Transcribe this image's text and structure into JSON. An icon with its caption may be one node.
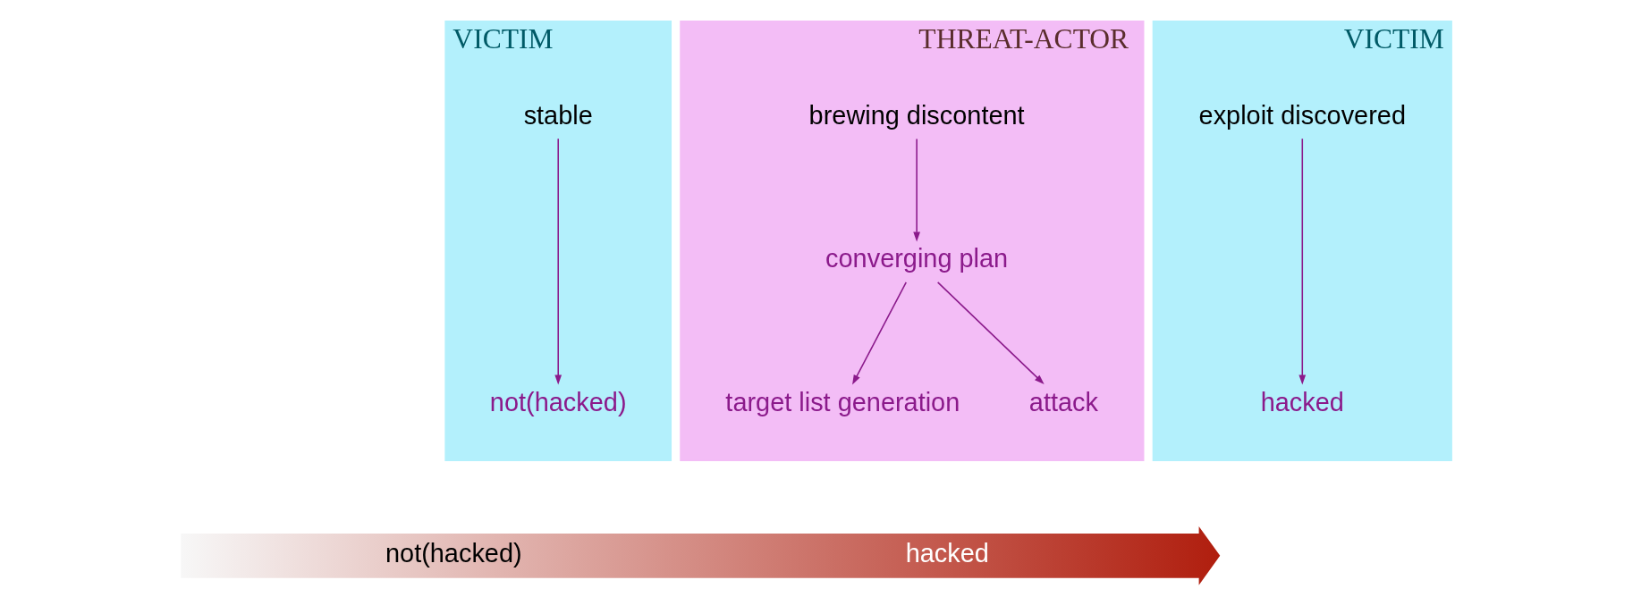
{
  "diagram": {
    "nodes": [
      {
        "text": [
          "VICTIM"
        ]
      },
      {
        "text": [
          "stable"
        ],
        "in": 0
      },
      {
        "text": [
          "not(hacked)"
        ],
        "in": 0
      },
      {
        "text": [
          "THREAT-ACTOR"
        ]
      },
      {
        "text": [
          "brewing discontent"
        ],
        "in": 3
      },
      {
        "text": [
          "converging plan"
        ],
        "in": 3
      },
      {
        "text": [
          "target list generation"
        ],
        "in": 3
      },
      {
        "text": [
          "attack"
        ],
        "in": 3
      },
      {
        "text": [
          "VICTIM"
        ]
      },
      {
        "text": [
          "exploit discovered"
        ],
        "in": 8
      },
      {
        "text": [
          "hacked"
        ],
        "in": 8
      },
      {
        "text": [
          "not(hacked)",
          "hacked"
        ]
      }
    ],
    "edges": [
      {
        "from": 1,
        "to": 2,
        "arrow": "to"
      },
      {
        "from": 4,
        "to": 5,
        "arrow": "to"
      },
      {
        "from": 5,
        "to": 6,
        "arrow": "to"
      },
      {
        "from": 5,
        "to": 7,
        "arrow": "to"
      },
      {
        "from": 9,
        "to": 10,
        "arrow": "to"
      }
    ]
  }
}
